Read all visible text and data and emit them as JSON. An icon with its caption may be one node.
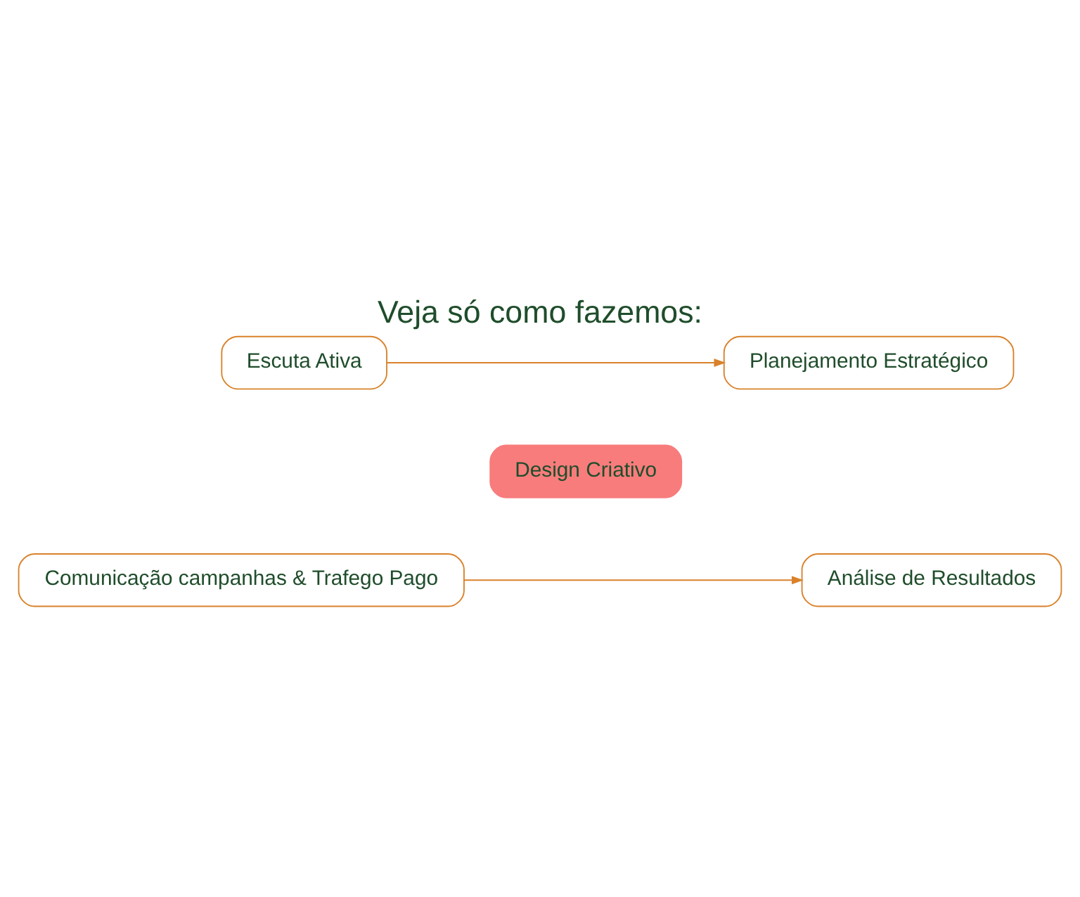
{
  "diagram": {
    "title": "Veja só como fazemos:",
    "nodes": [
      {
        "text": [
          "Escuta Ativa"
        ]
      },
      {
        "text": [
          "Planejamento Estratégico"
        ]
      },
      {
        "text": [
          "Design Criativo"
        ]
      },
      {
        "text": [
          "Comunicação campanhas & Trafego Pago"
        ]
      },
      {
        "text": [
          "Análise de Resultados"
        ]
      }
    ],
    "edges": [
      {
        "from": 0,
        "to": 1,
        "arrow": "to"
      },
      {
        "from": 3,
        "to": 4,
        "arrow": "to"
      }
    ]
  }
}
